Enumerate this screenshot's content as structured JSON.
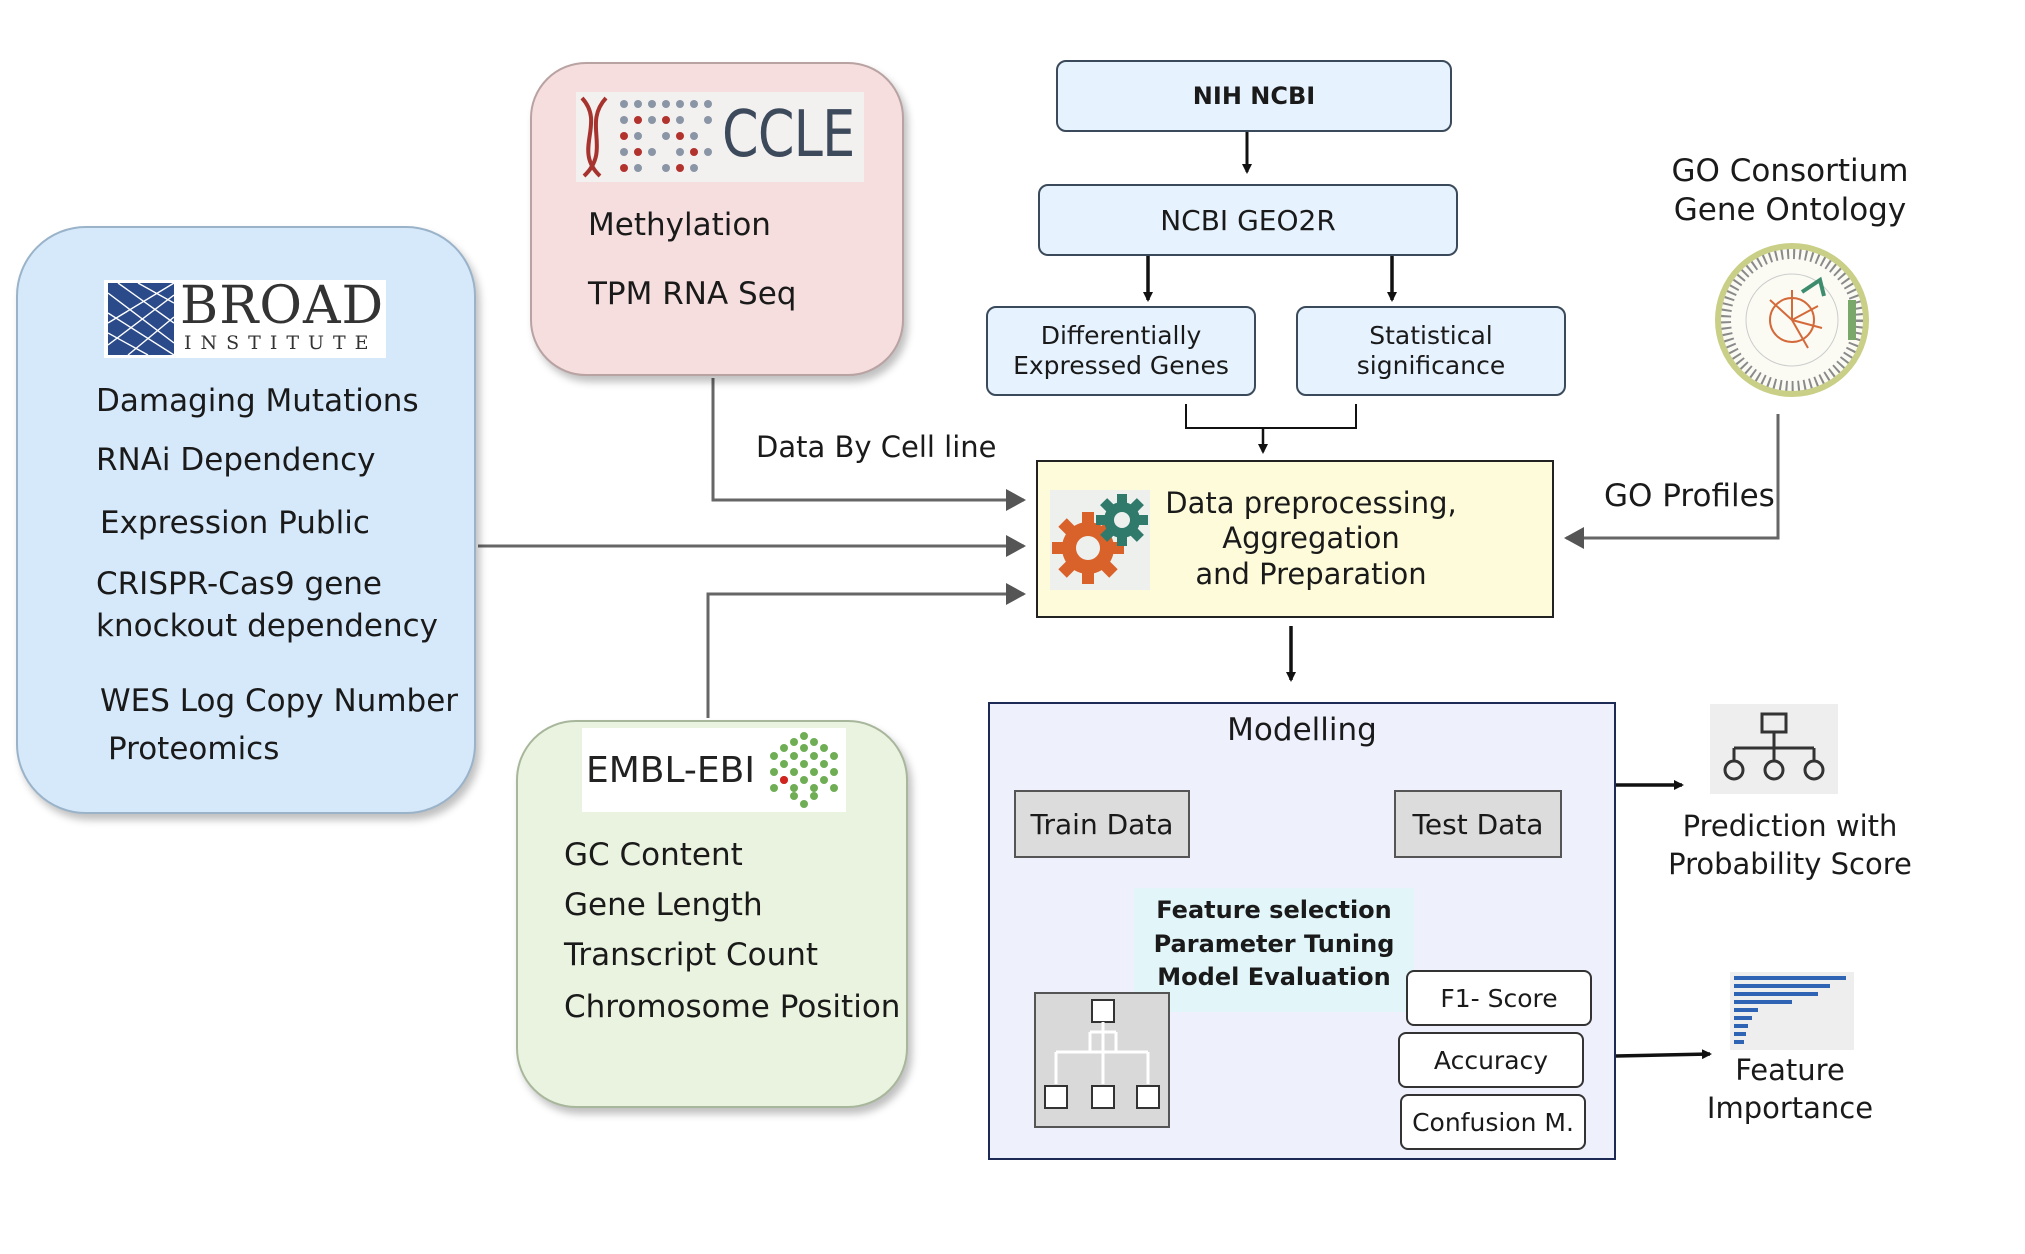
{
  "broad": {
    "logo_top": "BROAD",
    "logo_bottom": "INSTITUTE",
    "items": [
      "Damaging Mutations",
      "RNAi Dependency",
      "Expression Public",
      "CRISPR-Cas9 gene",
      "knockout dependency",
      "WES Log Copy Number",
      "Proteomics"
    ]
  },
  "ccle": {
    "logo": "CCLE",
    "items": [
      "Methylation",
      "TPM RNA Seq"
    ]
  },
  "embl": {
    "logo": "EMBL-EBI",
    "items": [
      "GC Content",
      "Gene Length",
      "Transcript Count",
      "Chromosome Position"
    ]
  },
  "ncbi": {
    "top": "NIH NCBI",
    "geo": "NCBI GEO2R",
    "deg": [
      "Differentially",
      "Expressed Genes"
    ],
    "stat": [
      "Statistical",
      "significance"
    ]
  },
  "go": {
    "title": [
      "GO Consortium",
      "Gene Ontology"
    ],
    "profiles": "GO Profiles"
  },
  "edge_labels": {
    "cell_line": "Data By Cell line"
  },
  "prep": {
    "lines": [
      "Data preprocessing,",
      "Aggregation",
      "and Preparation"
    ]
  },
  "modelling": {
    "title": "Modelling",
    "train": "Train Data",
    "test": "Test Data",
    "tuning": [
      "Feature selection",
      "Parameter Tuning",
      "Model Evaluation"
    ],
    "metrics": [
      "F1- Score",
      "Accuracy",
      "Confusion M."
    ]
  },
  "outputs": {
    "prediction": [
      "Prediction with",
      "Probability Score"
    ],
    "importance": [
      "Feature",
      "Importance"
    ]
  },
  "colors": {
    "broad_fill": "#d6e9fb",
    "ccle_fill": "#f6dede",
    "embl_fill": "#eaf3df",
    "prep_fill": "#fdfbd9",
    "model_fill": "#eef1fc",
    "gear_orange": "#d9622b",
    "gear_teal": "#2f7a6b"
  }
}
